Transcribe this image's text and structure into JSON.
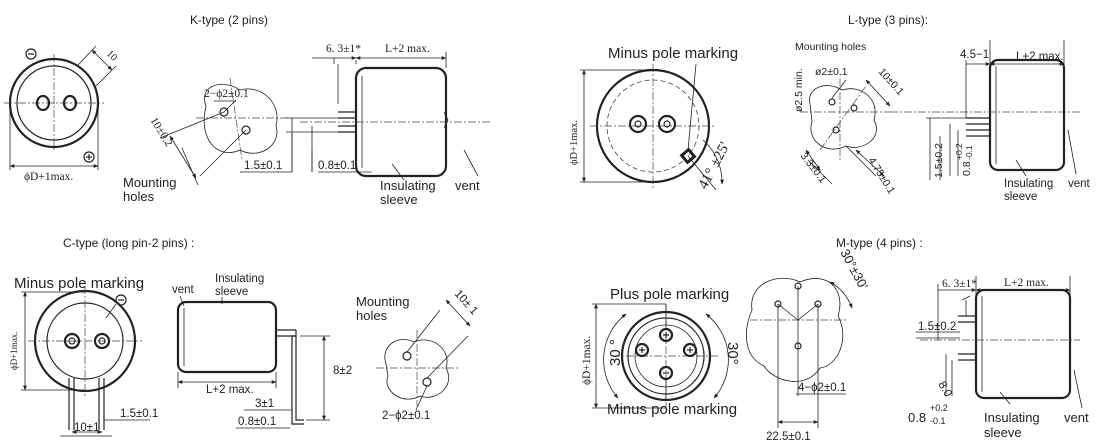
{
  "titles": {
    "k_type": "K-type (2 pins)",
    "l_type": "L-type (3 pins):",
    "c_type": "C-type  (long pin-2 pins) :",
    "m_type": "M-type (4 pins) :"
  },
  "k_type": {
    "diameter": "ϕD+1max.",
    "hole_width": "10",
    "holes_spec": "2−ϕ2±0.1",
    "hole_spacing": "10±0.2",
    "mounting_holes": [
      "Mounting",
      "holes"
    ],
    "pitch": "1.5±0.1",
    "pin_width": "0.8±0.1",
    "pin_length": "6. 3±1*",
    "length": "L+2 max.",
    "insulating_sleeve": [
      "Insulating",
      "sleeve"
    ],
    "vent": "vent"
  },
  "l_type": {
    "minus_marking": "Minus pole marking",
    "mounting_holes": "Mounting holes",
    "diameter": "ϕD+1max.",
    "angle": "41° ±25'",
    "hole_diam": "ø2±0.1",
    "hole_width": "10±0.1",
    "min_spacing": "ø2.5 min.",
    "offset_a": "3.3±0.1",
    "offset_b": "4.75±0.1",
    "pitch": "1.5±0.2",
    "pin_width_base": "0.8",
    "pin_width_plus": "+0.2",
    "pin_width_minus": "-0.1",
    "pin_length": "4.5−1",
    "length": "L+2 max.",
    "insulating_sleeve": [
      "Insulating",
      "sleeve"
    ],
    "vent": "vent"
  },
  "c_type": {
    "minus_marking": "Minus pole marking",
    "diameter": "ϕD+1max.",
    "vent": "vent",
    "insulating_sleeve": [
      "Insulating",
      "sleeve"
    ],
    "length": "L+2 max.",
    "pitch": "1.5±0.1",
    "spacing": "10±1",
    "bend_a": "3±1",
    "pin_width": "0.8±0.1",
    "bend_b": "8±2",
    "mounting_holes": [
      "Mounting",
      "holes"
    ],
    "hole_width": "10± 1",
    "holes_spec": "2−ϕ2±0.1"
  },
  "m_type": {
    "plus_marking": "Plus pole marking",
    "minus_marking": "Minus pole marking",
    "diameter": "ϕD+1max.",
    "angle_left": "30 °",
    "angle_right": "30°",
    "angle_holes": "30°±30'",
    "holes_spec": "4−ϕ2±0.1",
    "hole_spacing": "22.5±0.1",
    "pin_length": "6. 3±1*",
    "length": "L+2 max.",
    "pitch": "1.5±0.2",
    "pin_spacing": "8.0",
    "pin_width_base": "0.8",
    "pin_width_plus": "+0.2",
    "pin_width_minus": "-0.1",
    "insulating_sleeve": [
      "Insulating",
      "sleeve"
    ],
    "vent": "vent"
  }
}
